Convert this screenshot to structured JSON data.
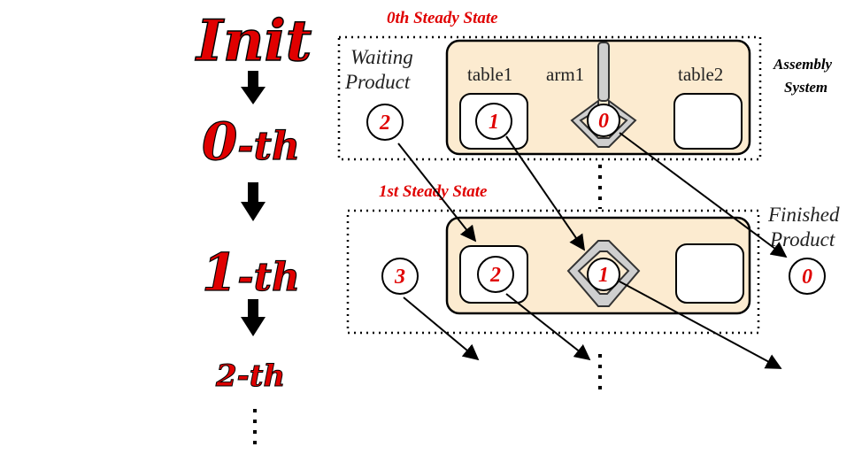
{
  "stages": [
    "Init",
    "0",
    "-th",
    "1",
    "-th",
    "2-th"
  ],
  "states": {
    "s0_title": "0th Steady State",
    "s1_title": "1st Steady State"
  },
  "labels": {
    "waiting_line1": "Waiting",
    "waiting_line2": "Product",
    "table1": "table1",
    "arm1": "arm1",
    "table2": "table2",
    "assembly_line1": "Assembly",
    "assembly_line2": "System",
    "finished_line1": "Finished",
    "finished_line2": "Product"
  },
  "tokens": {
    "waiting_s0": "2",
    "table1_s0": "1",
    "arm_s0": "0",
    "waiting_s1": "3",
    "table1_s1": "2",
    "arm_s1": "1",
    "finished": "0"
  }
}
